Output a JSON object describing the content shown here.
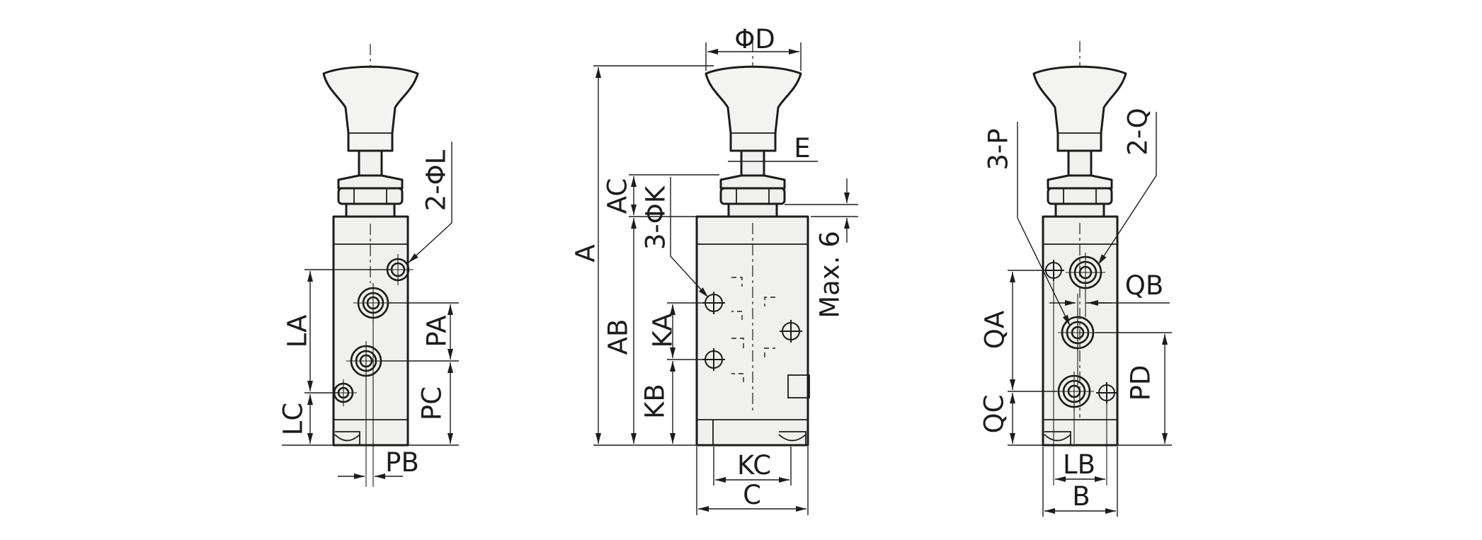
{
  "drawing": {
    "kind": "valve-dimension-drawing",
    "colors": {
      "line": "#1c1c1c",
      "body_fill": "#f0f0ee",
      "knob_fill": "#f3f3f1",
      "background": "#ffffff"
    },
    "views": {
      "left": {
        "labels": {
          "la": "LA",
          "lc": "LC",
          "pa": "PA",
          "pc": "PC",
          "pb": "PB",
          "holes": "2-ΦL"
        }
      },
      "middle": {
        "labels": {
          "phi_d": "ΦD",
          "e": "E",
          "a": "A",
          "ac": "AC",
          "ab": "AB",
          "holes": "3-ΦK",
          "ka": "KA",
          "kb": "KB",
          "max_stroke": "Max. 6",
          "kc": "KC",
          "c": "C"
        }
      },
      "right": {
        "labels": {
          "p_ports": "3-P",
          "q_ports": "2-Q",
          "qa": "QA",
          "qb": "QB",
          "qc": "QC",
          "pd": "PD",
          "lb": "LB",
          "b": "B"
        }
      }
    }
  }
}
